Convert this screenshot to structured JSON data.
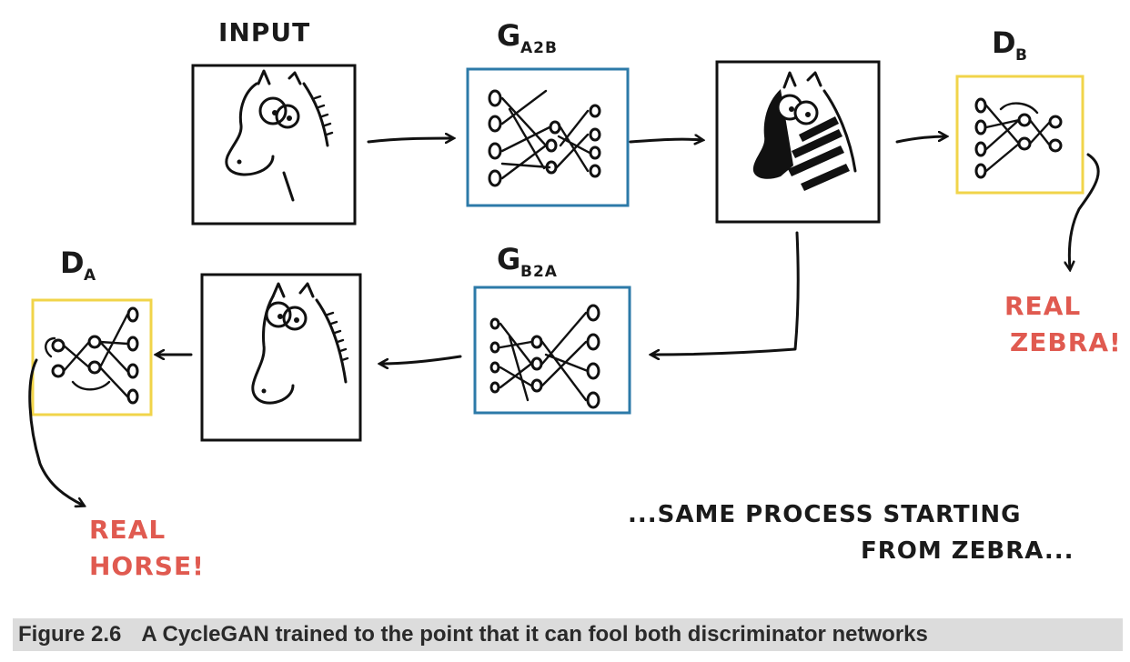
{
  "labels": {
    "input": "INPUT",
    "g_a2b_main": "G",
    "g_a2b_sub": "A2B",
    "d_b_main": "D",
    "d_b_sub": "B",
    "g_b2a_main": "G",
    "g_b2a_sub": "B2A",
    "d_a_main": "D",
    "d_a_sub": "A",
    "real_zebra_line1": "REAL",
    "real_zebra_line2": "ZEBRA!",
    "real_horse_line1": "REAL",
    "real_horse_line2": "HORSE!",
    "note_line1": "...SAME PROCESS STARTING",
    "note_line2": "FROM ZEBRA..."
  },
  "caption": {
    "number": "Figure 2.6",
    "text": "A CycleGAN trained to the point that it can fool both discriminator networks"
  },
  "colors": {
    "generator_border": "#2c7aa8",
    "discriminator_border": "#f1d44a",
    "verdict_text": "#e05a50",
    "caption_band": "#dcdcdc"
  }
}
